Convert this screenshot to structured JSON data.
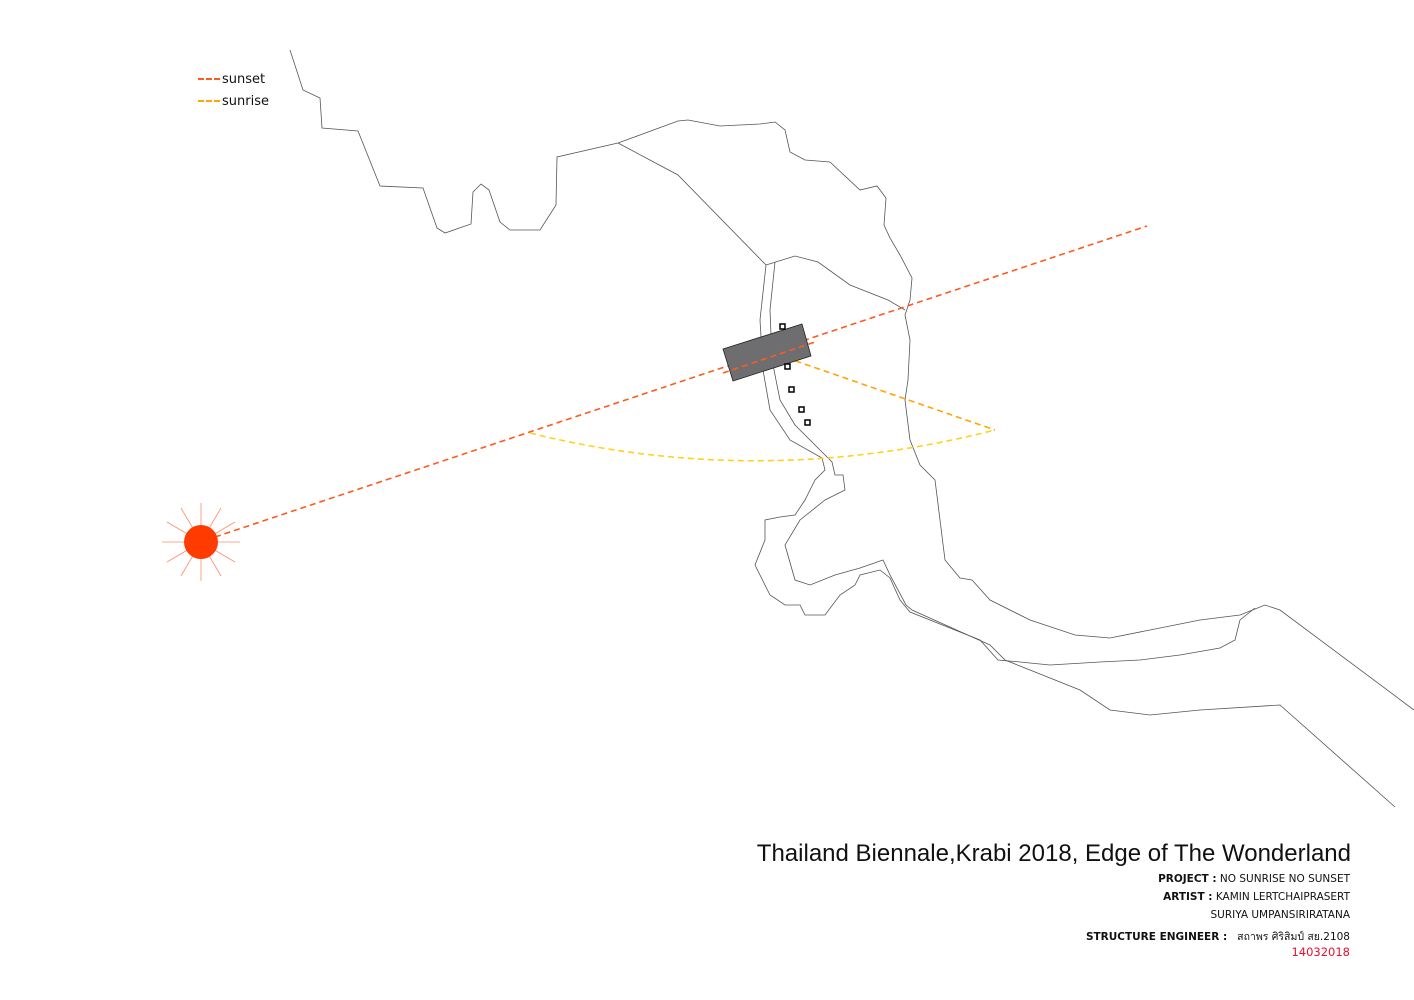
{
  "legend": {
    "items": [
      {
        "label": "sunset",
        "color": "#ff5a1f"
      },
      {
        "label": "sunrise",
        "color": "#ffa500"
      }
    ]
  },
  "colors": {
    "sun": "#ff3b00",
    "sunset_line": "#ff5a1f",
    "sunrise_line": "#ffa500",
    "arc": "#ffd21a",
    "building": "#6e6e70",
    "date": "#e8102a"
  },
  "title_block": {
    "title": "Thailand Biennale,Krabi 2018, Edge of The Wonderland",
    "project_label": "PROJECT :",
    "project_value": "NO  SUNRISE   NO  SUNSET",
    "artist_label": "ARTIST :",
    "artist_value_1": "KAMIN   LERTCHAIPRASERT",
    "artist_value_2": "SURIYA UMPANSIRIRATANA",
    "engineer_label": "STRUCTURE ENGINEER :",
    "engineer_value": "สถาพร   ศิริสิมป์    สย.2108",
    "date": "14032018"
  }
}
